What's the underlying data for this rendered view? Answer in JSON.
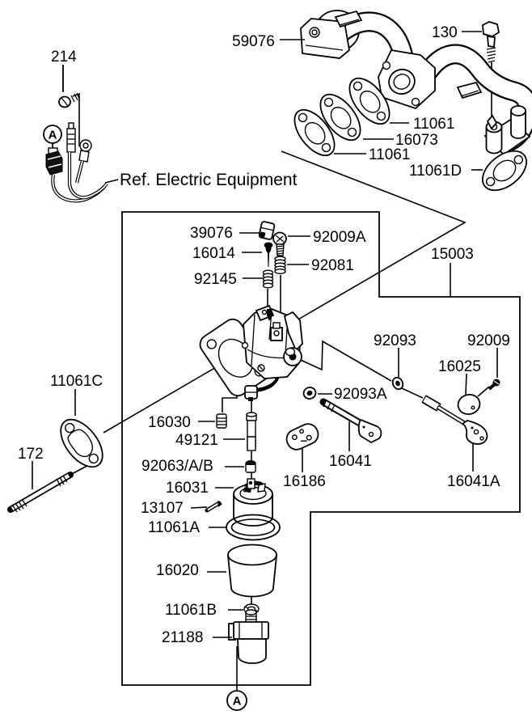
{
  "page": {
    "background": "#ffffff",
    "line_color": "#000000"
  },
  "parts": {
    "p214": "214",
    "p59076": "59076",
    "p130": "130",
    "p11061_top": "11061",
    "p16073": "16073",
    "p11061_mid": "11061",
    "p11061d": "11061D",
    "p39076": "39076",
    "p92009a": "92009A",
    "p16014": "16014",
    "p92081": "92081",
    "p92145": "92145",
    "p15003": "15003",
    "p92093": "92093",
    "p92009": "92009",
    "p16025": "16025",
    "p11061c": "11061C",
    "p172": "172",
    "p16030": "16030",
    "p49121": "49121",
    "p92093a": "92093A",
    "p92063": "92063/A/B",
    "p16031": "16031",
    "p13107": "13107",
    "p11061a": "11061A",
    "p16186": "16186",
    "p16041": "16041",
    "p16041a": "16041A",
    "p16020": "16020",
    "p11061b": "11061B",
    "p21188": "21188"
  },
  "annotations": {
    "ref_electric": "Ref. Electric Equipment",
    "view_marker": "A"
  }
}
